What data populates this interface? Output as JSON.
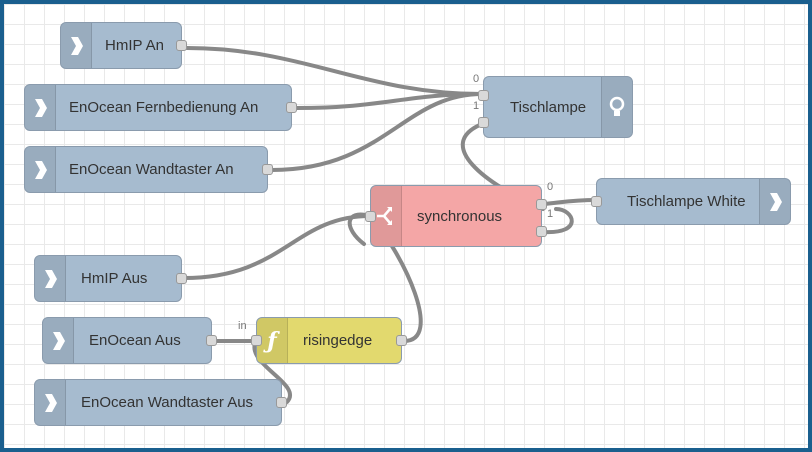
{
  "colors": {
    "inject": "#a6bbcf",
    "output": "#a6bbcf",
    "switch": "#fdd0a2",
    "function": "#e2d96e",
    "sync": "#f4a6a6",
    "wire": "#888888",
    "frame": "#1a5f8e"
  },
  "nodes": {
    "hmip_an": {
      "label": "HmIP An",
      "icon": "arrow-right-icon"
    },
    "enocean_fern_an": {
      "label": "EnOcean Fernbedienung An",
      "icon": "arrow-right-icon"
    },
    "enocean_wand_an": {
      "label": "EnOcean Wandtaster An",
      "icon": "arrow-right-icon"
    },
    "tischlampe": {
      "label": "Tischlampe",
      "icon": "lightbulb-icon",
      "port0": "0",
      "port1": "1"
    },
    "synchronous": {
      "label": "synchronous",
      "icon": "sync-icon",
      "out0": "0",
      "out1": "1"
    },
    "tischlampe_white": {
      "label": "Tischlampe White",
      "icon": "arrow-right-icon"
    },
    "hmip_aus": {
      "label": "HmIP Aus",
      "icon": "arrow-right-icon"
    },
    "enocean_aus": {
      "label": "EnOcean Aus",
      "icon": "arrow-right-icon"
    },
    "risingedge": {
      "label": "risingedge",
      "icon": "function-icon",
      "in_label": "in"
    },
    "enocean_wand_aus": {
      "label": "EnOcean Wandtaster Aus",
      "icon": "arrow-right-icon"
    }
  }
}
